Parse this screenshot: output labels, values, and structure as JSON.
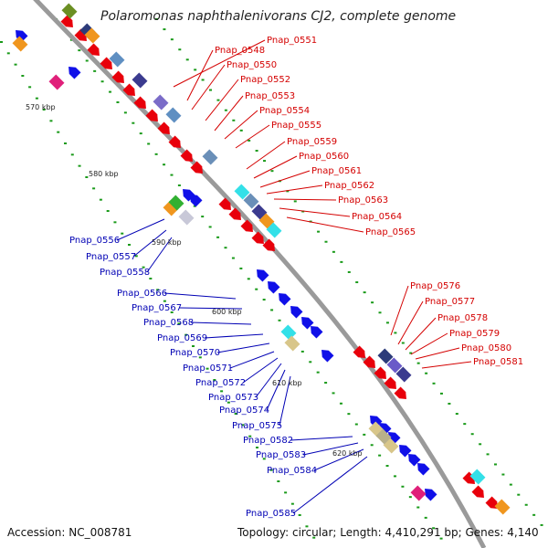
{
  "title": "Polaromonas naphthalenivorans CJ2, complete genome",
  "footer": {
    "accession": "Accession: NC_008781",
    "summary": "Topology: circular; Length: 4,410,291 bp; Genes: 4,140"
  },
  "ticks": [
    "570 kbp",
    "580 kbp",
    "590 kbp",
    "600 kbp",
    "610 kbp",
    "620 kbp"
  ],
  "forward_labels": [
    "Pnap_0551",
    "Pnap_0548",
    "Pnap_0550",
    "Pnap_0552",
    "Pnap_0553",
    "Pnap_0554",
    "Pnap_0555",
    "Pnap_0559",
    "Pnap_0560",
    "Pnap_0561",
    "Pnap_0562",
    "Pnap_0563",
    "Pnap_0564",
    "Pnap_0565",
    "Pnap_0576",
    "Pnap_0577",
    "Pnap_0578",
    "Pnap_0579",
    "Pnap_0580",
    "Pnap_0581"
  ],
  "reverse_labels": [
    "Pnap_0556",
    "Pnap_0557",
    "Pnap_0558",
    "Pnap_0566",
    "Pnap_0567",
    "Pnap_0568",
    "Pnap_0569",
    "Pnap_0570",
    "Pnap_0571",
    "Pnap_0572",
    "Pnap_0573",
    "Pnap_0574",
    "Pnap_0575",
    "Pnap_0582",
    "Pnap_0583",
    "Pnap_0584",
    "Pnap_0585"
  ],
  "colors": {
    "forward_gene": "#e8000b",
    "reverse_gene": "#1010e8",
    "backbone": "#9a9a9a",
    "dots": "#1a9a1a",
    "forward_label": "#d40000",
    "reverse_label": "#0000b4"
  }
}
